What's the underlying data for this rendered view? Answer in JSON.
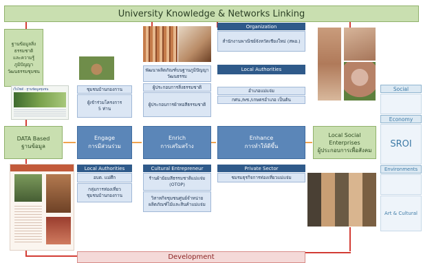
{
  "title": "University Knowledge  &  Networks Linking",
  "bottom_banner": "Development",
  "left": {
    "green_box_lines": [
      "ฐานข้อมูลสิ่งธรรมชาติ",
      "และความรู้ภูมิปัญญา",
      "วัฒนธรรมชุมชน"
    ],
    "site_caption": "เว็บไซต์ - ฐานข้อมูลชุมชน",
    "data_based_en": "DATA Based",
    "data_based_th": "ฐานข้อมูล"
  },
  "engage": {
    "top_cells": [
      "ชุมชนบ้านกองกาน",
      "ผู้เข้าร่วมโครงการ",
      "5 ท่าน"
    ],
    "label_en": "Engage",
    "label_th": "การมีส่วนร่วม",
    "bottom_head": "Local Authorities",
    "bottom_cells": [
      "อบต. แม่ศึก",
      "กลุ่มการท่องเที่ยว",
      "ชุมชนบ้านกองกาน"
    ]
  },
  "enrich": {
    "top_cells": [
      "พัฒนาผลิตภัณฑ์บนฐานภูมิปัญญาวัฒนธรรม",
      "ผู้ประกอบการสิ่งธรรมชาติ",
      "ผู้ประกอบการผ้าทอสีธรรมชาติ"
    ],
    "label_en": "Enrich",
    "label_th": "การเสริมสร้าง",
    "bottom_head": "Cultural Entrepreneur",
    "bottom_cells": [
      "ร้านผ้าย้อมสีธรรมชาติแม่แจ่ม",
      "(OTOP)",
      "วิสาหกิจชุมชนศูนย์จำหน่ายผลิตภัณฑ์ไม้และสินค้าแม่แจ่ม"
    ]
  },
  "enhance": {
    "org_head": "Organization",
    "org_cell": "สำนักงานพาณิชย์จังหวัดเชียงใหม่ (สพอ.)",
    "auth_head": "Local Authorities",
    "auth_cells": [
      "อำเภอแม่แจ่ม",
      "กศน./พช./เกษตรอำเภอ  เป็นต้น"
    ],
    "label_en": "Enhance",
    "label_th": "การทำให้ดีขึ้น",
    "private_head": "Private Sector",
    "private_cell": "ชมรมธุรกิจการท่องเที่ยวแม่แจ่ม"
  },
  "enterprise": {
    "lines": [
      "Local Social",
      "Enterprises",
      "ผู้ประกอบการเพื่อสังคม"
    ]
  },
  "right_labels": {
    "social": "Social",
    "economy": "Economy",
    "sroi": "SROI",
    "environments": "Environments",
    "art": "Art & Cultural"
  },
  "colors": {
    "green_fill": "#c9dfb0",
    "blue_header": "#2f5a8a",
    "blue_core": "#5b86b8",
    "blue_cell": "#dbe6f4",
    "red_line": "#d23b33",
    "arrow_orange": "#f0a34e",
    "pink_banner": "#f4d9d8"
  }
}
